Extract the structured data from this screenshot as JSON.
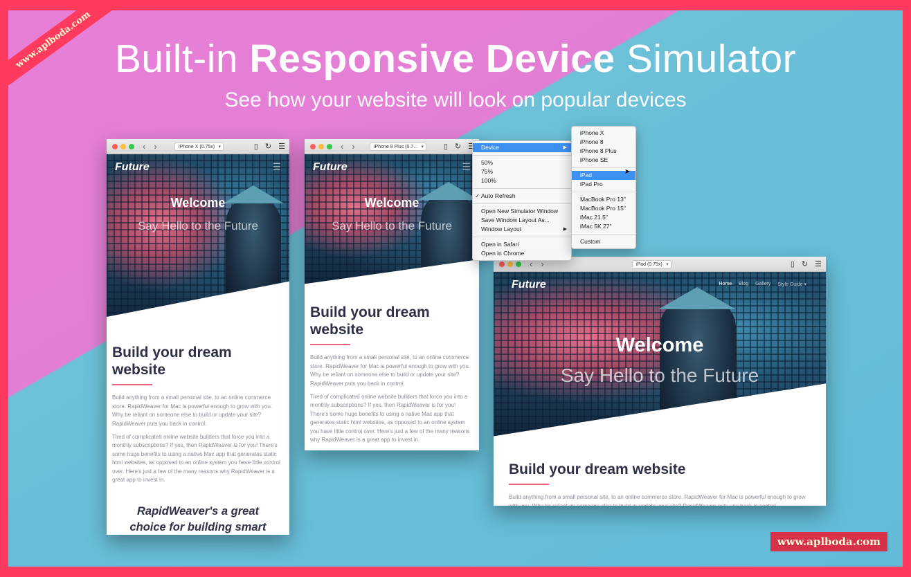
{
  "watermark_corner": "www.aplboda.com",
  "watermark_bottom": "www.aplboda.com",
  "headline": {
    "pre": "Built-in ",
    "bold": "Responsive Device",
    "post": " Simulator"
  },
  "subline": "See how your website will look on popular devices",
  "site": {
    "logo": "Future",
    "welcome": "Welcome",
    "tagline": "Say Hello to the Future",
    "heading": "Build your dream website",
    "para1": "Build anything from a small personal site, to an online commerce store. RapidWeaver for Mac is powerful enough to grow with you. Why be reliant on someone else to build or update your site? RapidWeaver puts you back in control.",
    "para2": "Tired of complicated online website builders that force you into a monthly subscriptions? If yes, then RapidWeaver is for you! There's some huge benefits to using a native Mac app that generates static html websites, as opposed to an online system you have little control over. Here's just a few of the many reasons why RapidWeaver is a great app to invest in.",
    "quote": "RapidWeaver's a great choice for building smart",
    "nav": [
      "Home",
      "Blog",
      "Gallery",
      "Style Guide ▾"
    ]
  },
  "windows": {
    "iphonex": {
      "device": "iPhone X (0.75x)"
    },
    "iphone8plus": {
      "device": "iPhone 8 Plus (0.7..."
    },
    "ipad": {
      "device": "iPad (0.75x)"
    }
  },
  "menu": {
    "device": "Device",
    "zoom": [
      "50%",
      "75%",
      "100%"
    ],
    "auto_refresh": "Auto Refresh",
    "window_items": [
      "Open New Simulator Window",
      "Save Window Layout As...",
      "Window Layout"
    ],
    "browser_items": [
      "Open in Safari",
      "Open in Chrome"
    ]
  },
  "submenu": {
    "group1": [
      "iPhone X",
      "iPhone 8",
      "iPhone 8 Plus",
      "iPhone SE"
    ],
    "group2": [
      "iPad",
      "iPad Pro"
    ],
    "group3": [
      "MacBook Pro 13\"",
      "MacBook Pro 15\"",
      "iMac 21.5\"",
      "iMac 5K 27\""
    ],
    "custom": "Custom"
  }
}
